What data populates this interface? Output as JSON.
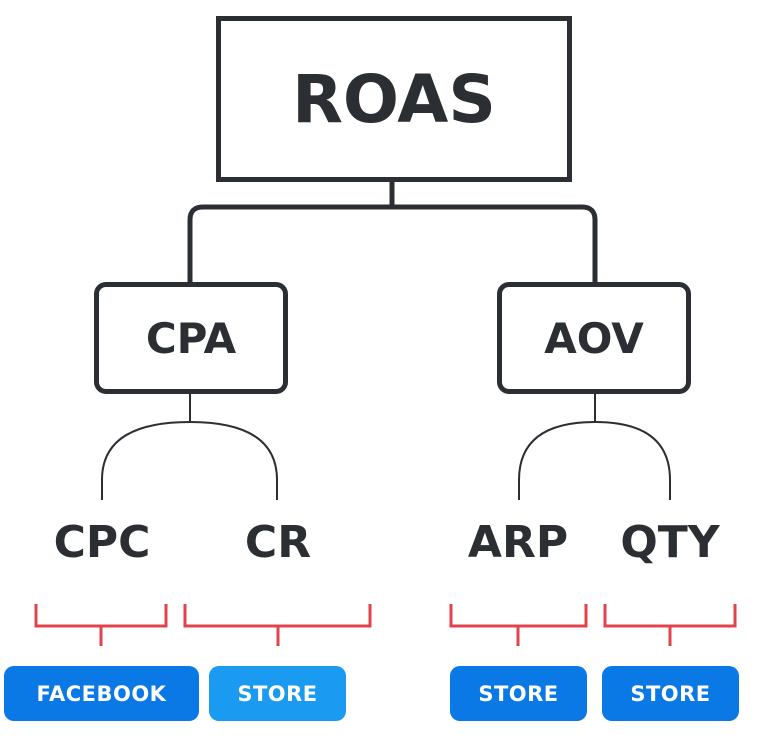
{
  "diagram": {
    "root": {
      "label": "ROAS"
    },
    "branches": [
      {
        "label": "CPA",
        "children": [
          {
            "label": "CPC",
            "source": "FACEBOOK"
          },
          {
            "label": "CR",
            "source": "STORE"
          }
        ]
      },
      {
        "label": "AOV",
        "children": [
          {
            "label": "ARP",
            "source": "STORE"
          },
          {
            "label": "QTY",
            "source": "STORE"
          }
        ]
      }
    ]
  },
  "colors": {
    "ink": "#2b2f33",
    "bracket": "#e0434b",
    "badge_primary": "#0a79e6",
    "badge_secondary": "#1a9af0"
  }
}
